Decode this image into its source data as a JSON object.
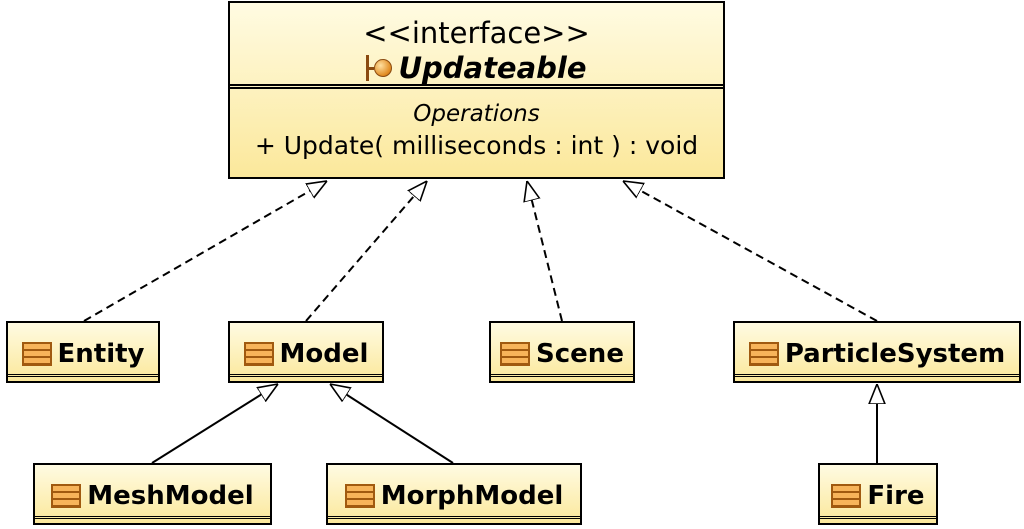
{
  "interface": {
    "stereotype": "<<interface>>",
    "name": "Updateable",
    "icon": "interface-lollipop-icon",
    "operations_title": "Operations",
    "operations": [
      "+ Update( milliseconds : int ) : void"
    ]
  },
  "classes": {
    "entity": "Entity",
    "model": "Model",
    "scene": "Scene",
    "particle_system": "ParticleSystem",
    "mesh_model": "MeshModel",
    "morph_model": "MorphModel",
    "fire": "Fire"
  },
  "class_icon": "class-icon",
  "colors": {
    "box_fill_top": "#fffbe2",
    "box_fill_bottom": "#fbe89b",
    "icon": "#f7b45a"
  },
  "relations": [
    {
      "type": "realization",
      "from": "Entity",
      "to": "Updateable"
    },
    {
      "type": "realization",
      "from": "Model",
      "to": "Updateable"
    },
    {
      "type": "realization",
      "from": "Scene",
      "to": "Updateable"
    },
    {
      "type": "realization",
      "from": "ParticleSystem",
      "to": "Updateable"
    },
    {
      "type": "generalization",
      "from": "MeshModel",
      "to": "Model"
    },
    {
      "type": "generalization",
      "from": "MorphModel",
      "to": "Model"
    },
    {
      "type": "generalization",
      "from": "Fire",
      "to": "ParticleSystem"
    }
  ]
}
